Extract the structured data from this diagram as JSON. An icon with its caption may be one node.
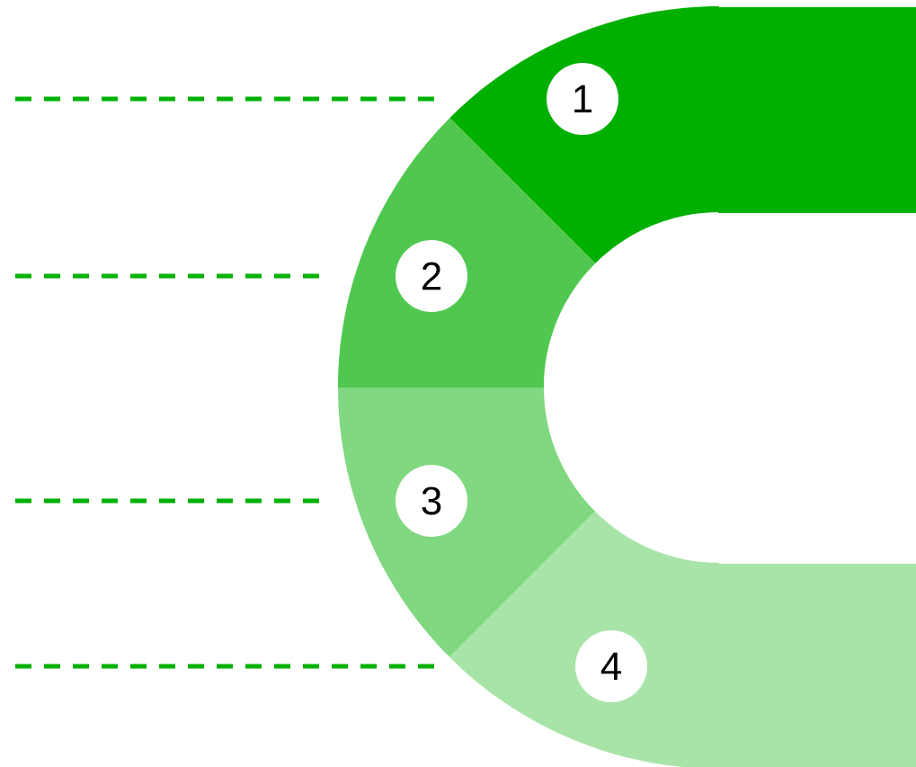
{
  "diagram": {
    "nodes": [
      {
        "text": [
          "1"
        ]
      },
      {
        "text": [
          "2"
        ]
      },
      {
        "text": [
          "3"
        ]
      },
      {
        "text": [
          "4"
        ]
      }
    ],
    "edges": [
      {
        "from": null,
        "to": 0,
        "arrow": "none",
        "style": "dashed"
      },
      {
        "from": null,
        "to": 1,
        "arrow": "none",
        "style": "dashed"
      },
      {
        "from": null,
        "to": 2,
        "arrow": "none",
        "style": "dashed"
      },
      {
        "from": null,
        "to": 3,
        "arrow": "none",
        "style": "dashed"
      }
    ]
  }
}
